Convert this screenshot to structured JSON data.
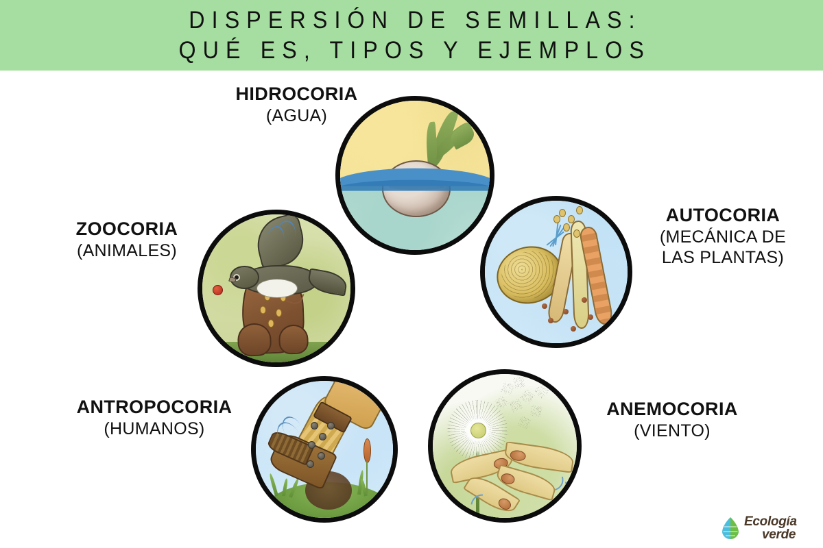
{
  "header": {
    "title_line1": "DISPERSIÓN DE SEMILLAS:",
    "title_line2": "QUÉ ES, TIPOS Y EJEMPLOS",
    "background_color": "#a5dea0",
    "text_color": "#111111"
  },
  "diagram": {
    "items": [
      {
        "id": "hidrocoria",
        "name": "HIDROCORIA",
        "agent_line1": "(AGUA)",
        "agent_line2": "",
        "illustration": "coconut floating on water with green sprouts, yellow sky",
        "colors": {
          "sky": "#f5e69f",
          "water": "#a9d6cc",
          "wave": "#3f84c0"
        }
      },
      {
        "id": "zoocoria",
        "name": "ZOOCORIA",
        "agent_line1": "(ANIMALES)",
        "agent_line2": "",
        "illustration": "bird in flight with red berry in beak above seed-filled droppings on grass",
        "colors": {
          "background": "#d4dda6",
          "grass": "#6f9442",
          "droppings": "#7d5130"
        }
      },
      {
        "id": "autocoria",
        "name": "AUTOCORIA",
        "agent_line1": "(MECÁNICA DE",
        "agent_line2": "LAS PLANTAS)",
        "illustration": "squirting cucumber ejecting seeds beside three bursting seed pods",
        "colors": {
          "background": "#c6e4f6",
          "cucumber": "#d9bd5e",
          "pods": "#e0c98b"
        }
      },
      {
        "id": "antropocoria",
        "name": "ANTROPOCORIA",
        "agent_line1": "(HUMANOS)",
        "agent_line2": "",
        "illustration": "human leg in boot walking, burr seeds stuck to trousers, grass mound",
        "colors": {
          "sky": "#c8e4f7",
          "grass": "#6f9442",
          "boot": "#8d6129"
        }
      },
      {
        "id": "anemocoria",
        "name": "ANEMOCORIA",
        "agent_line1": "(VIENTO)",
        "agent_line2": "",
        "illustration": "dandelion clock releasing pappus seeds with winged maple samaras",
        "colors": {
          "background": "#e6eed3",
          "samara": "#e3cd8c",
          "stem": "#6f9442"
        }
      }
    ]
  },
  "logo": {
    "line1": "Ecología",
    "line2": "verde",
    "leaf_icon": "leaf-icon",
    "text_color": "#4a3828",
    "leaf_blue": "#4cbedd",
    "leaf_green": "#6cbe45"
  }
}
